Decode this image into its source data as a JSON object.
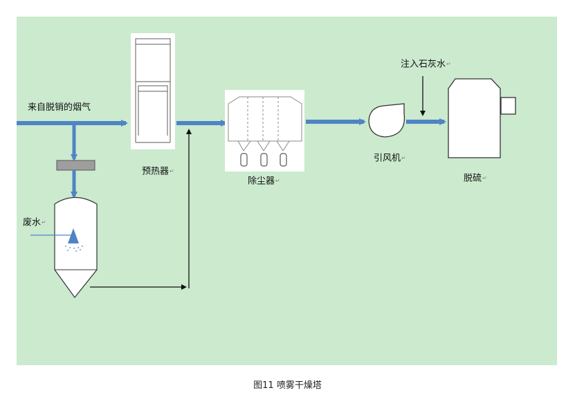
{
  "labels": {
    "flue_gas_in": "来自脱销的烟气",
    "preheater": "预热器",
    "dust_collector": "除尘器",
    "induced_fan": "引风机",
    "lime_water": "注入石灰水",
    "desulfurization": "脱硫",
    "waste_water": "废水"
  },
  "return_mark": "↵",
  "caption": "图11  喷雾干燥塔",
  "colors": {
    "background": "#cbeace",
    "arrow": "#4f84c4",
    "line": "#111111",
    "gray_box": "#9e9e9e"
  }
}
